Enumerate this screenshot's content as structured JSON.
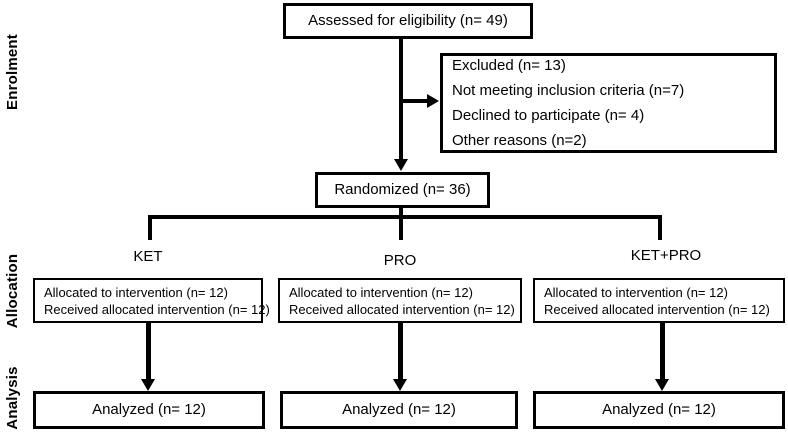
{
  "figure": {
    "type": "consort-flow-diagram",
    "colors": {
      "line": "#000000",
      "background": "#ffffff",
      "text": "#000000"
    },
    "stages": {
      "enrolment": "Enrolment",
      "allocation": "Allocation",
      "analysis": "Analysis"
    },
    "assessed": {
      "label": "Assessed for eligibility (n= 49)"
    },
    "excluded": {
      "lines": [
        "Excluded (n= 13)",
        "Not meeting inclusion criteria (n=7)",
        "Declined to participate (n= 4)",
        "Other reasons (n=2)"
      ]
    },
    "randomized": {
      "label": "Randomized (n= 36)"
    },
    "groups": [
      {
        "name": "KET",
        "allocated": "Allocated to intervention (n= 12)",
        "received": "Received allocated intervention (n= 12)",
        "analyzed": "Analyzed (n= 12)"
      },
      {
        "name": "PRO",
        "allocated": "Allocated to intervention (n= 12)",
        "received": "Received allocated intervention (n= 12)",
        "analyzed": "Analyzed (n= 12)"
      },
      {
        "name": "KET+PRO",
        "allocated": "Allocated to intervention (n= 12)",
        "received": "Received allocated intervention (n= 12)",
        "analyzed": "Analyzed (n= 12)"
      }
    ]
  }
}
